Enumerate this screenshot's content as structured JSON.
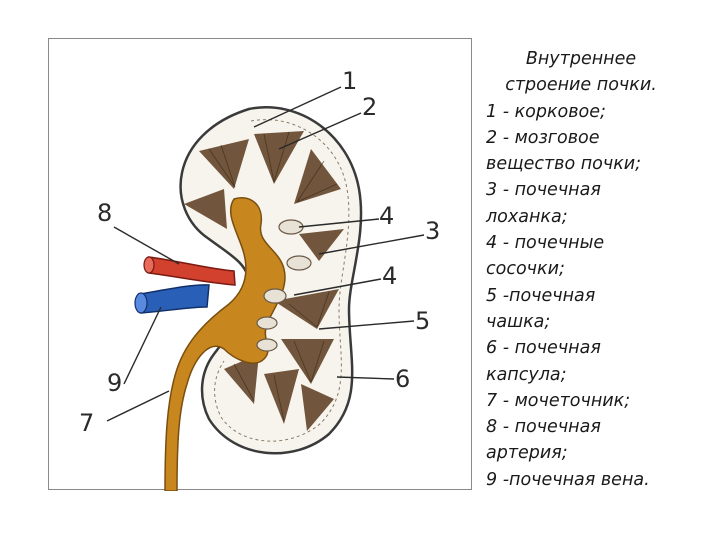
{
  "caption": {
    "title_line1": "Внутреннее",
    "title_line2": "строение почки.",
    "lines": [
      "1 - корковое;",
      "2 - мозговое",
      "вещество почки;",
      "3 - почечная",
      "лоханка;",
      "4 - почечные",
      "сосочки;",
      "5 -почечная",
      "чашка;",
      "6 - почечная",
      "капсула;",
      "7 - мочеточник;",
      "8 - почечная",
      "артерия;",
      "9 -почечная вена."
    ]
  },
  "labels": {
    "n1": "1",
    "n2": "2",
    "n3": "3",
    "n4a": "4",
    "n4b": "4",
    "n5": "5",
    "n6": "6",
    "n7": "7",
    "n8": "8",
    "n9": "9"
  },
  "colors": {
    "pelvis": "#c8861e",
    "artery": "#d2402e",
    "vein": "#2a5fb8",
    "medulla": "#5a3a1e",
    "outline": "#3a3a3a"
  }
}
